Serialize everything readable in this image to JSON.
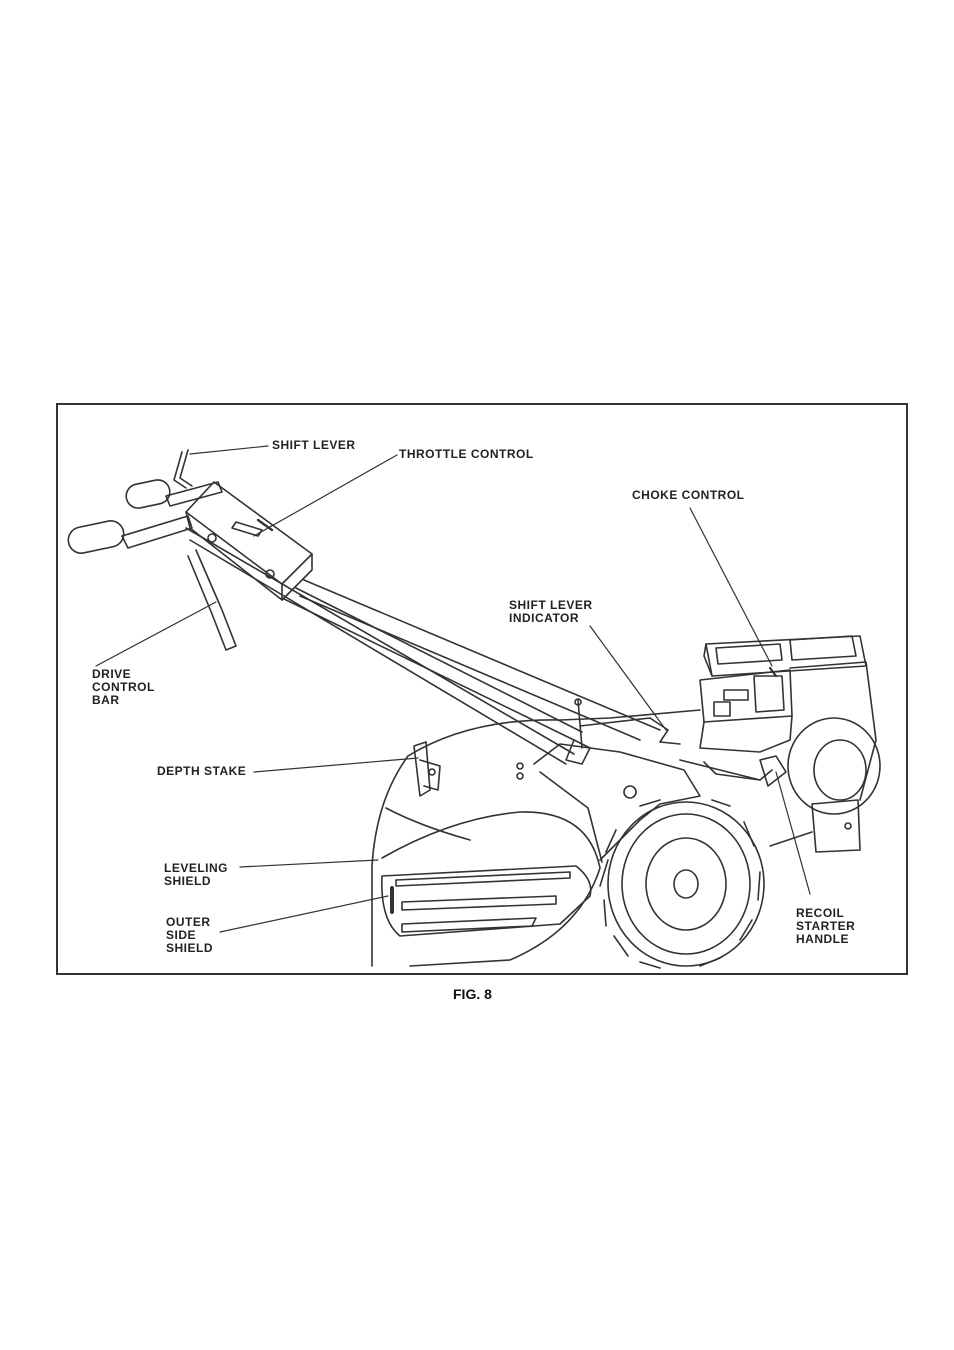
{
  "labels": {
    "shift_lever": "SHIFT LEVER",
    "throttle_control": "THROTTLE CONTROL",
    "choke_control": "CHOKE CONTROL",
    "shift_lever_indicator": "SHIFT LEVER\nINDICATOR",
    "drive_control_bar": "DRIVE\nCONTROL\nBAR",
    "depth_stake": "DEPTH STAKE",
    "leveling_shield": "LEVELING\nSHIELD",
    "outer_side_shield": "OUTER\nSIDE\nSHIELD",
    "recoil_starter_handle": "RECOIL\nSTARTER\nHANDLE"
  },
  "caption": "FIG. 8",
  "colors": {
    "line": "#333333",
    "frame": "#333333"
  }
}
